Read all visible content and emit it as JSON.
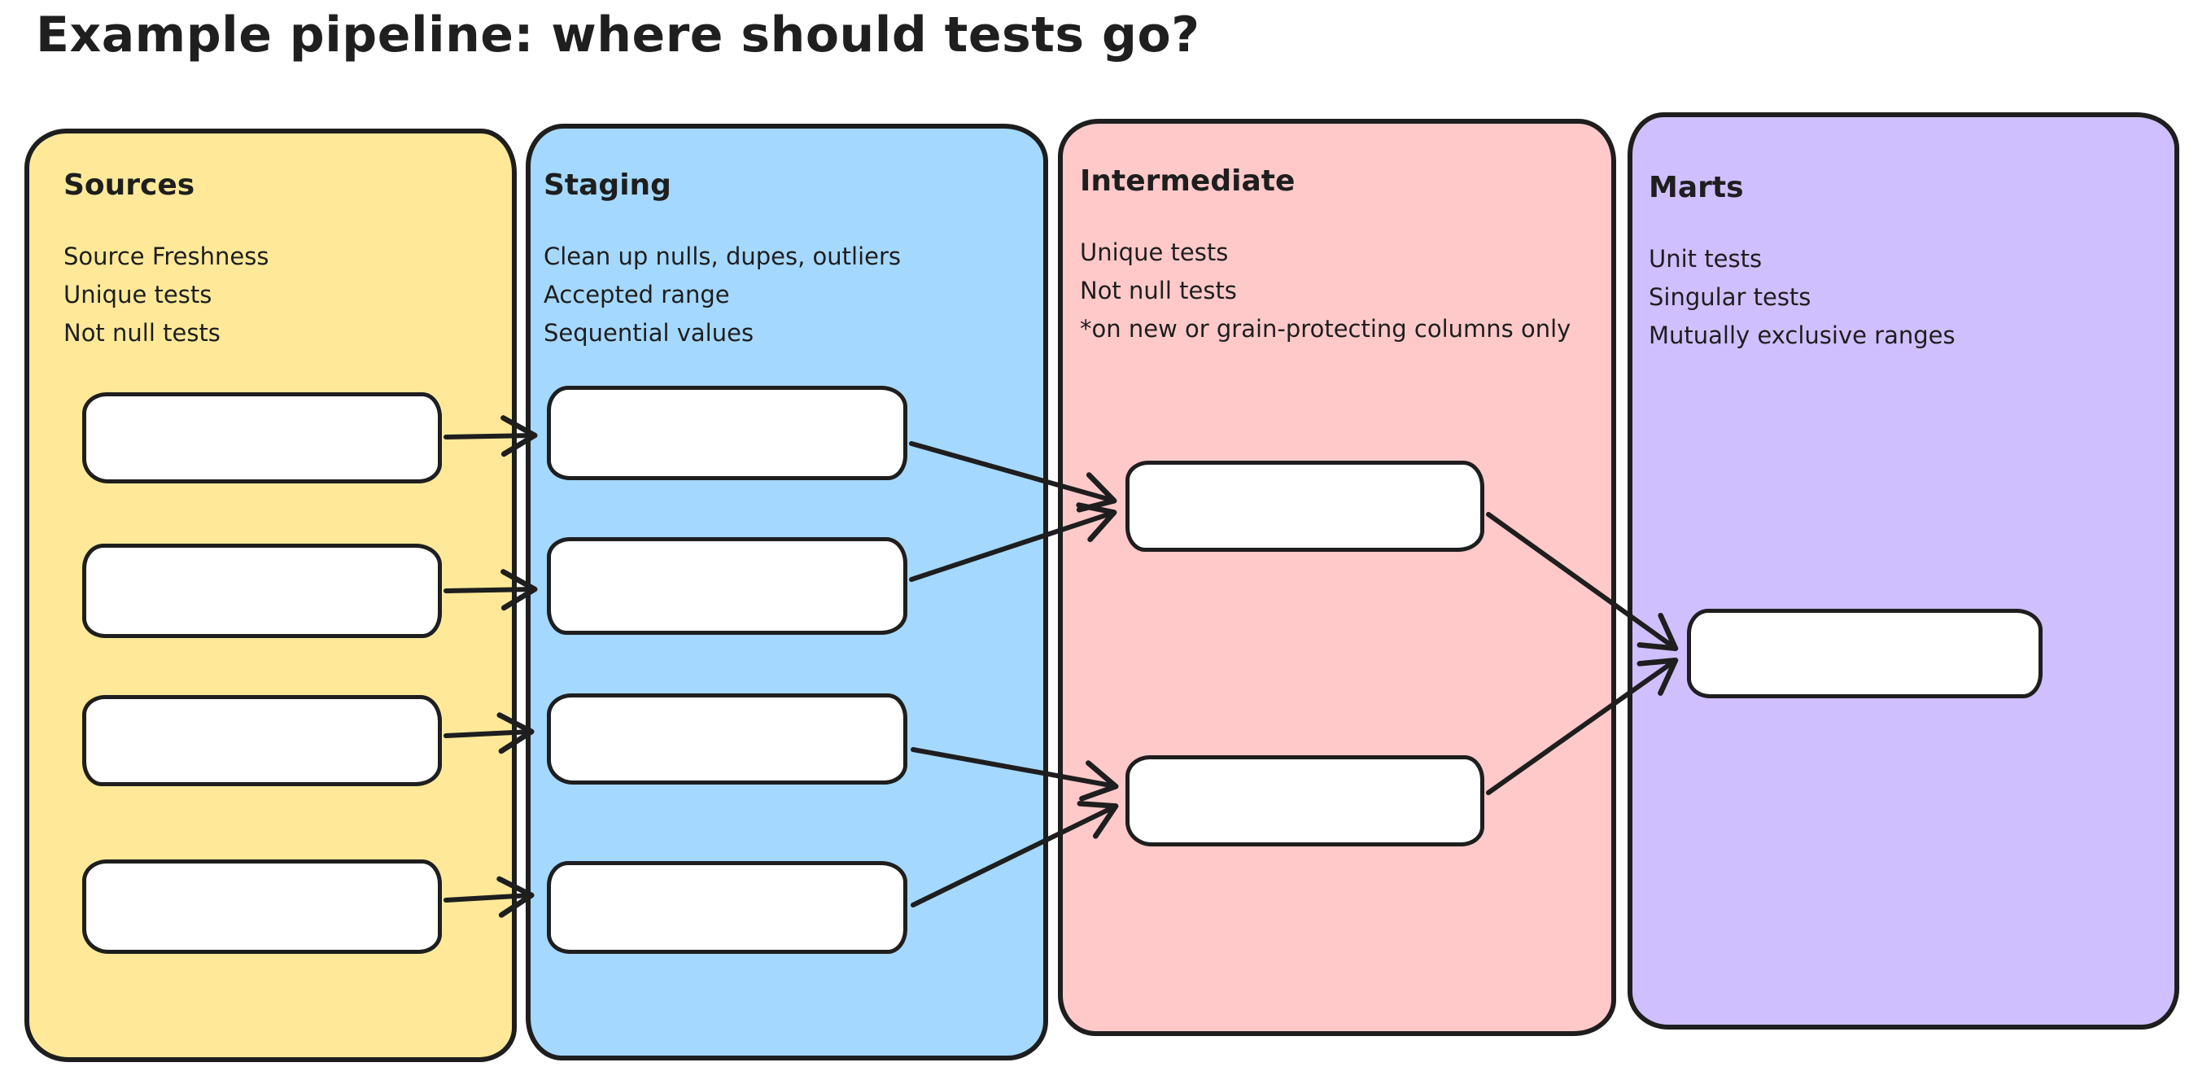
{
  "title": "Example pipeline: where should tests go?",
  "columns": [
    {
      "id": "sources",
      "label": "Sources",
      "color": "#ffe999",
      "notes": [
        "Source Freshness",
        "Unique tests",
        "Not null tests"
      ],
      "node_count": 4
    },
    {
      "id": "staging",
      "label": "Staging",
      "color": "#a5d8ff",
      "notes": [
        "Clean up nulls, dupes, outliers",
        "Accepted range",
        "Sequential values"
      ],
      "node_count": 4
    },
    {
      "id": "intermediate",
      "label": "Intermediate",
      "color": "#ffc9c9",
      "notes": [
        "Unique tests",
        "Not null tests",
        "*on new or grain-protecting columns only"
      ],
      "node_count": 2
    },
    {
      "id": "marts",
      "label": "Marts",
      "color": "#d0bfff",
      "notes": [
        "Unit tests",
        "Singular tests",
        "Mutually exclusive ranges"
      ],
      "node_count": 1
    }
  ],
  "connections": [
    {
      "from": "source-1",
      "to": "staging-1"
    },
    {
      "from": "source-2",
      "to": "staging-2"
    },
    {
      "from": "source-3",
      "to": "staging-3"
    },
    {
      "from": "source-4",
      "to": "staging-4"
    },
    {
      "from": "staging-1",
      "to": "intermediate-1"
    },
    {
      "from": "staging-2",
      "to": "intermediate-1"
    },
    {
      "from": "staging-3",
      "to": "intermediate-2"
    },
    {
      "from": "staging-4",
      "to": "intermediate-2"
    },
    {
      "from": "intermediate-1",
      "to": "marts-1"
    },
    {
      "from": "intermediate-2",
      "to": "marts-1"
    }
  ],
  "colors": {
    "stroke": "#1e1e1e",
    "node_fill": "#ffffff",
    "background": "#ffffff"
  }
}
